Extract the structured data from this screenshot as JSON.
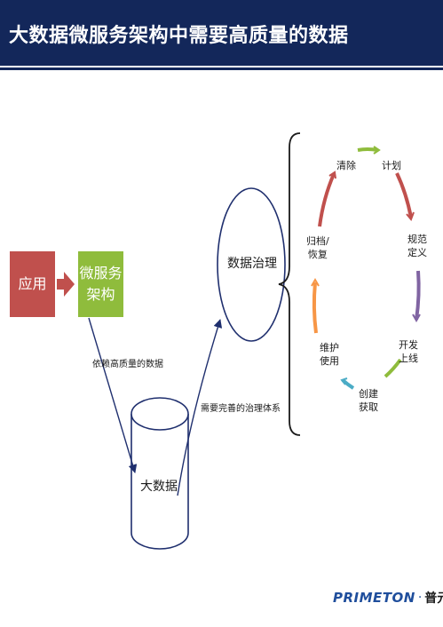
{
  "title": "大数据微服务架构中需要高质量的数据",
  "nodes": {
    "app": "应用",
    "microservice": [
      "微服务",
      "架构"
    ],
    "governance": "数据治理",
    "bigdata": "大数据"
  },
  "edge_labels": {
    "depend": "依赖高质量的数据",
    "need": "需要完善的治理体系"
  },
  "cycle_steps": [
    "清除",
    "计划",
    "规范定义",
    "开发上线",
    "创建获取",
    "维护使用",
    "归档/恢复"
  ],
  "cycle_step_lines": [
    [
      "清除"
    ],
    [
      "计划"
    ],
    [
      "规范",
      "定义"
    ],
    [
      "开发",
      "上线"
    ],
    [
      "创建",
      "获取"
    ],
    [
      "维护",
      "使用"
    ],
    [
      "归档/",
      "恢复"
    ]
  ],
  "logo": {
    "en": "PRIMETON",
    "cn": "普元"
  },
  "colors": {
    "header": "#13275a",
    "app": "#c0504d",
    "microservice": "#8fbc3c",
    "outline": "#1f2f6e",
    "cycle": [
      "#8fbc3c",
      "#c0504d",
      "#8064a2",
      "#8fbc3c",
      "#4bacc6",
      "#f79646",
      "#c0504d"
    ]
  }
}
